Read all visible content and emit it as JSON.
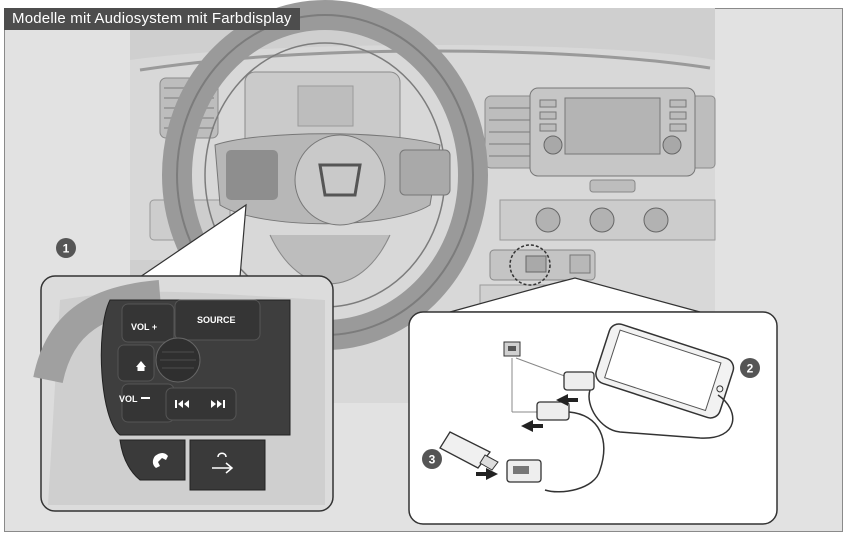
{
  "header": {
    "title": "Modelle mit Audiosystem mit Farbdisplay"
  },
  "callouts": [
    "1",
    "2",
    "3"
  ],
  "steering_buttons": {
    "vol_plus": "VOL +",
    "vol_minus": "VOL",
    "source": "SOURCE"
  },
  "icons": [
    "home-icon",
    "skip-back-icon",
    "skip-forward-icon",
    "phone-icon",
    "voice-back-icon",
    "honda-logo",
    "usb-port-icon",
    "usb-stick-icon",
    "smartphone-icon"
  ],
  "colors": {
    "title_bg": "#4d4d4d",
    "panel_bg": "#e2e2e2",
    "callout_bg": "#555555"
  }
}
